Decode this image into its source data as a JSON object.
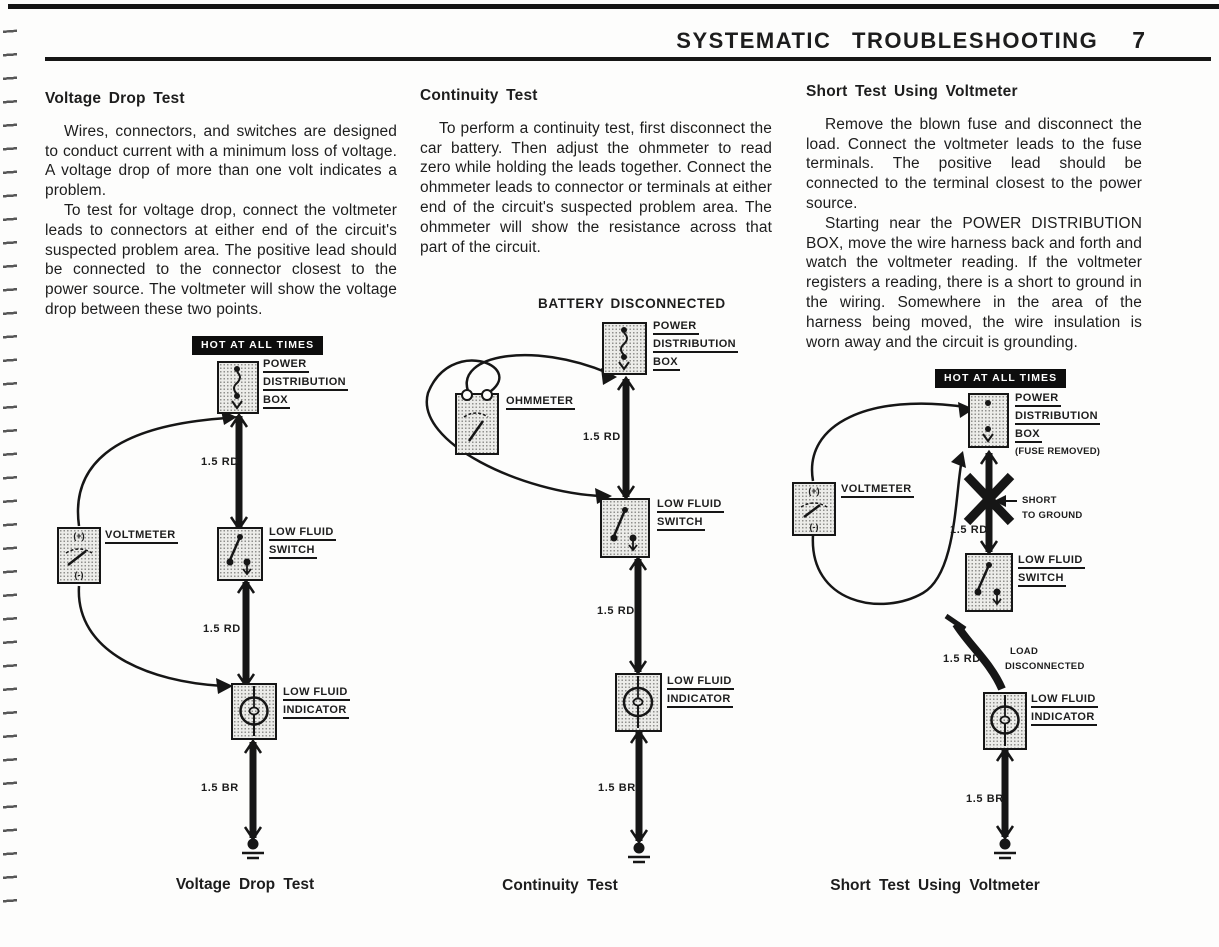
{
  "colors": {
    "ink": "#1d1d1d",
    "paper": "#fdfdfc",
    "badge_bg": "#0d0d0d",
    "badge_text": "#ffffff"
  },
  "page": {
    "header_title": "SYSTEMATIC TROUBLESHOOTING",
    "header_page": "7"
  },
  "columns": [
    {
      "heading": "Voltage Drop Test",
      "paragraphs": [
        "Wires, connectors, and switches are designed to conduct current with a minimum loss of voltage. A voltage drop of more than one volt indicates a problem.",
        "To test for voltage drop, connect the voltmeter leads to connectors at either end of the circuit's suspected problem area. The positive lead should be connected to the connector closest to the power source. The voltmeter will show the voltage drop between these two points."
      ]
    },
    {
      "heading": "Continuity Test",
      "paragraphs": [
        "To perform a continuity test, first disconnect the car battery. Then adjust the ohmmeter to read zero while holding the leads together. Connect the ohmmeter leads to connector or terminals at either end of the circuit's suspected problem area. The ohmmeter will show the resistance across that part of the circuit."
      ]
    },
    {
      "heading": "Short Test Using Voltmeter",
      "paragraphs": [
        "Remove the blown fuse and disconnect the load. Connect the voltmeter leads to the fuse terminals. The positive lead should be connected to the terminal closest to the power source.",
        "Starting near the POWER DISTRIBUTION BOX, move the wire harness back and forth and watch the voltmeter reading. If the voltmeter registers a reading, there is a short to ground in the wiring. Somewhere in the area of the harness being moved, the wire insulation is worn away and the circuit is grounding."
      ]
    }
  ],
  "diagram1": {
    "hot_badge": "HOT AT ALL TIMES",
    "pdb_lines": [
      "POWER",
      "DISTRIBUTION",
      "BOX"
    ],
    "wire1_label": "1.5 RD",
    "voltmeter_label": "VOLTMETER",
    "voltmeter_plus": "(+)",
    "voltmeter_minus": "(-)",
    "switch_lines": [
      "LOW FLUID",
      "SWITCH"
    ],
    "wire2_label": "1.5 RD",
    "indicator_lines": [
      "LOW FLUID",
      "INDICATOR"
    ],
    "wire3_label": "1.5 BR",
    "caption": "Voltage Drop Test"
  },
  "diagram2": {
    "title": "BATTERY DISCONNECTED",
    "pdb_lines": [
      "POWER",
      "DISTRIBUTION",
      "BOX"
    ],
    "ohmmeter_label": "OHMMETER",
    "wire1_label": "1.5 RD",
    "switch_lines": [
      "LOW FLUID",
      "SWITCH"
    ],
    "wire2_label": "1.5 RD",
    "indicator_lines": [
      "LOW FLUID",
      "INDICATOR"
    ],
    "wire3_label": "1.5 BR",
    "caption": "Continuity Test"
  },
  "diagram3": {
    "hot_badge": "HOT AT ALL TIMES",
    "pdb_lines": [
      "POWER",
      "DISTRIBUTION",
      "BOX"
    ],
    "pdb_note": "(FUSE REMOVED)",
    "short_lines": [
      "SHORT",
      "TO GROUND"
    ],
    "wire1_label": "1.5 RD",
    "voltmeter_label": "VOLTMETER",
    "voltmeter_plus": "(+)",
    "voltmeter_minus": "(-)",
    "switch_lines": [
      "LOW FLUID",
      "SWITCH"
    ],
    "load_lines": [
      "LOAD",
      "DISCONNECTED"
    ],
    "wire2_label": "1.5 RD",
    "indicator_lines": [
      "LOW FLUID",
      "INDICATOR"
    ],
    "wire3_label": "1.5 BR",
    "caption": "Short Test Using Voltmeter"
  }
}
